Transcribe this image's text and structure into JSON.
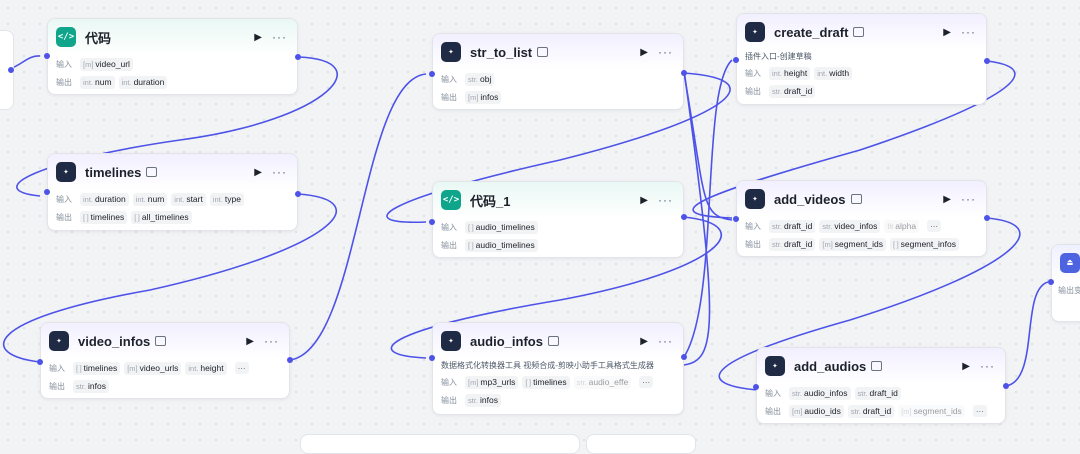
{
  "labels": {
    "input": "输入",
    "output": "输出"
  },
  "colors": {
    "edge": "#4d53e8",
    "canvas": "#f2f3f5"
  },
  "nodes": {
    "code": {
      "title": "代码",
      "icon": "code-icon",
      "inputs": [
        {
          "type": "[m]",
          "name": "video_url"
        }
      ],
      "outputs": [
        {
          "type": "int.",
          "name": "num"
        },
        {
          "type": "int.",
          "name": "duration"
        }
      ]
    },
    "timelines": {
      "title": "timelines",
      "icon": "plugin-icon",
      "inputs": [
        {
          "type": "int.",
          "name": "duration"
        },
        {
          "type": "int.",
          "name": "num"
        },
        {
          "type": "int.",
          "name": "start"
        },
        {
          "type": "int.",
          "name": "type"
        }
      ],
      "outputs": [
        {
          "type": "[ ]",
          "name": "timelines"
        },
        {
          "type": "[ ]",
          "name": "all_timelines"
        }
      ]
    },
    "video_infos": {
      "title": "video_infos",
      "icon": "plugin-icon",
      "inputs": [
        {
          "type": "[ ]",
          "name": "timelines"
        },
        {
          "type": "[m]",
          "name": "video_urls"
        },
        {
          "type": "int.",
          "name": "height"
        }
      ],
      "outputs": [
        {
          "type": "str.",
          "name": "infos"
        }
      ]
    },
    "str_to_list": {
      "title": "str_to_list",
      "icon": "plugin-icon",
      "inputs": [
        {
          "type": "str.",
          "name": "obj"
        }
      ],
      "outputs": [
        {
          "type": "[m]",
          "name": "infos"
        }
      ]
    },
    "code_1": {
      "title": "代码_1",
      "icon": "code-icon",
      "inputs": [
        {
          "type": "[ ]",
          "name": "audio_timelines"
        }
      ],
      "outputs": [
        {
          "type": "[ ]",
          "name": "audio_timelines"
        }
      ]
    },
    "audio_infos": {
      "title": "audio_infos",
      "icon": "plugin-icon",
      "description": "数据格式化转换器工具 视频合成-剪映小助手工具格式生成器",
      "inputs": [
        {
          "type": "[m]",
          "name": "mp3_urls"
        },
        {
          "type": "[ ]",
          "name": "timelines"
        },
        {
          "type": "str.",
          "name": "audio_effe"
        }
      ],
      "outputs": [
        {
          "type": "str.",
          "name": "infos"
        }
      ]
    },
    "create_draft": {
      "title": "create_draft",
      "icon": "plugin-icon",
      "description": "插件入口-创建草稿",
      "inputs": [
        {
          "type": "int.",
          "name": "height"
        },
        {
          "type": "int.",
          "name": "width"
        }
      ],
      "outputs": [
        {
          "type": "str.",
          "name": "draft_id"
        }
      ]
    },
    "add_videos": {
      "title": "add_videos",
      "icon": "plugin-icon",
      "inputs": [
        {
          "type": "str.",
          "name": "draft_id"
        },
        {
          "type": "str.",
          "name": "video_infos"
        },
        {
          "type": "flt",
          "name": "alpha"
        }
      ],
      "outputs": [
        {
          "type": "str.",
          "name": "draft_id"
        },
        {
          "type": "[m]",
          "name": "segment_ids"
        },
        {
          "type": "[ ]",
          "name": "segment_infos"
        }
      ]
    },
    "add_audios": {
      "title": "add_audios",
      "icon": "plugin-icon",
      "inputs": [
        {
          "type": "str.",
          "name": "audio_infos"
        },
        {
          "type": "str.",
          "name": "draft_id"
        }
      ],
      "outputs": [
        {
          "type": "[m]",
          "name": "audio_ids"
        },
        {
          "type": "str.",
          "name": "draft_id"
        },
        {
          "type": "[m]",
          "name": "segment_ids"
        }
      ]
    },
    "end": {
      "icon": "end-node-icon",
      "out_label": "输出变"
    }
  },
  "run_icon": "play-icon",
  "more_icon": "more-options-icon",
  "badge_icon": "plugin-badge-icon"
}
